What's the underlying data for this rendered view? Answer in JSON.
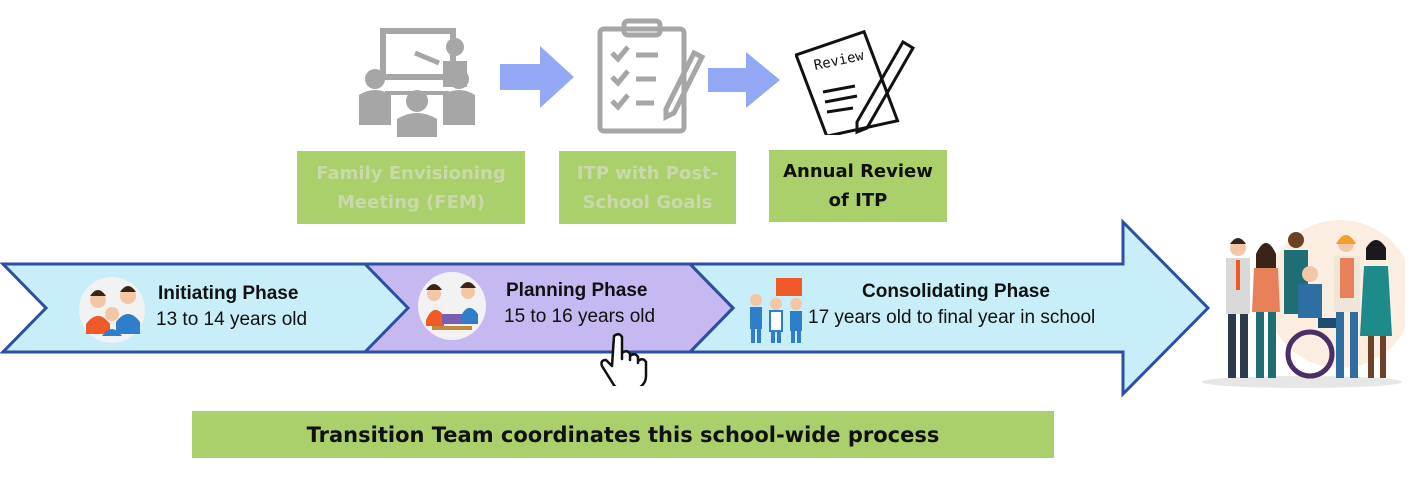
{
  "steps": [
    {
      "label": "Family Envisioning\nMeeting (FEM)",
      "state": "muted"
    },
    {
      "label": "ITP with Post-\nSchool Goals",
      "state": "muted"
    },
    {
      "label": "Annual Review\nof ITP",
      "state": "active"
    }
  ],
  "review_paper_text": "Review",
  "phases": [
    {
      "title": "Initiating Phase",
      "age": "13 to 14 years old"
    },
    {
      "title": "Planning Phase",
      "age": "15 to 16 years old"
    },
    {
      "title": "Consolidating Phase",
      "age": "17 years old to final year in school"
    }
  ],
  "bottom_banner": "Transition Team coordinates this school-wide process",
  "colors": {
    "step_box": "#a9d06a",
    "timeline_fill": "#c8eefa",
    "timeline_border": "#2c4fa3",
    "planning_fill": "#c6b8f0",
    "step_arrow": "#93a9f5",
    "icon_gray": "#a6a6a6"
  },
  "icons": [
    "meeting-icon",
    "clipboard-checklist-icon",
    "review-document-icon",
    "hand-pointer-icon",
    "family-icon",
    "students-study-icon",
    "group-icon",
    "people-diversity-icon"
  ]
}
